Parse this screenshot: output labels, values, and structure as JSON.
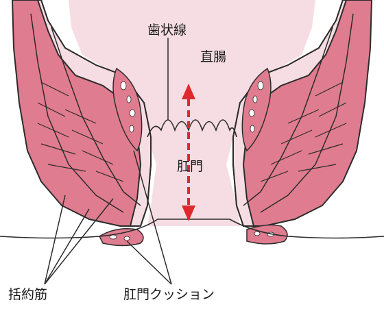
{
  "labels": {
    "dentate_line": "歯状線",
    "rectum": "直腸",
    "anal_canal": "肛門",
    "sphincter_muscle": "括約筋",
    "anal_cushion": "肛門クッション"
  },
  "colors": {
    "muscle": "#e07c8f",
    "muscle_light": "#f0a8b5",
    "lumen": "#f6dde3",
    "outline": "#2b2b2b",
    "arrow": "#e0282c",
    "cushion_spots": "#ffffff"
  }
}
